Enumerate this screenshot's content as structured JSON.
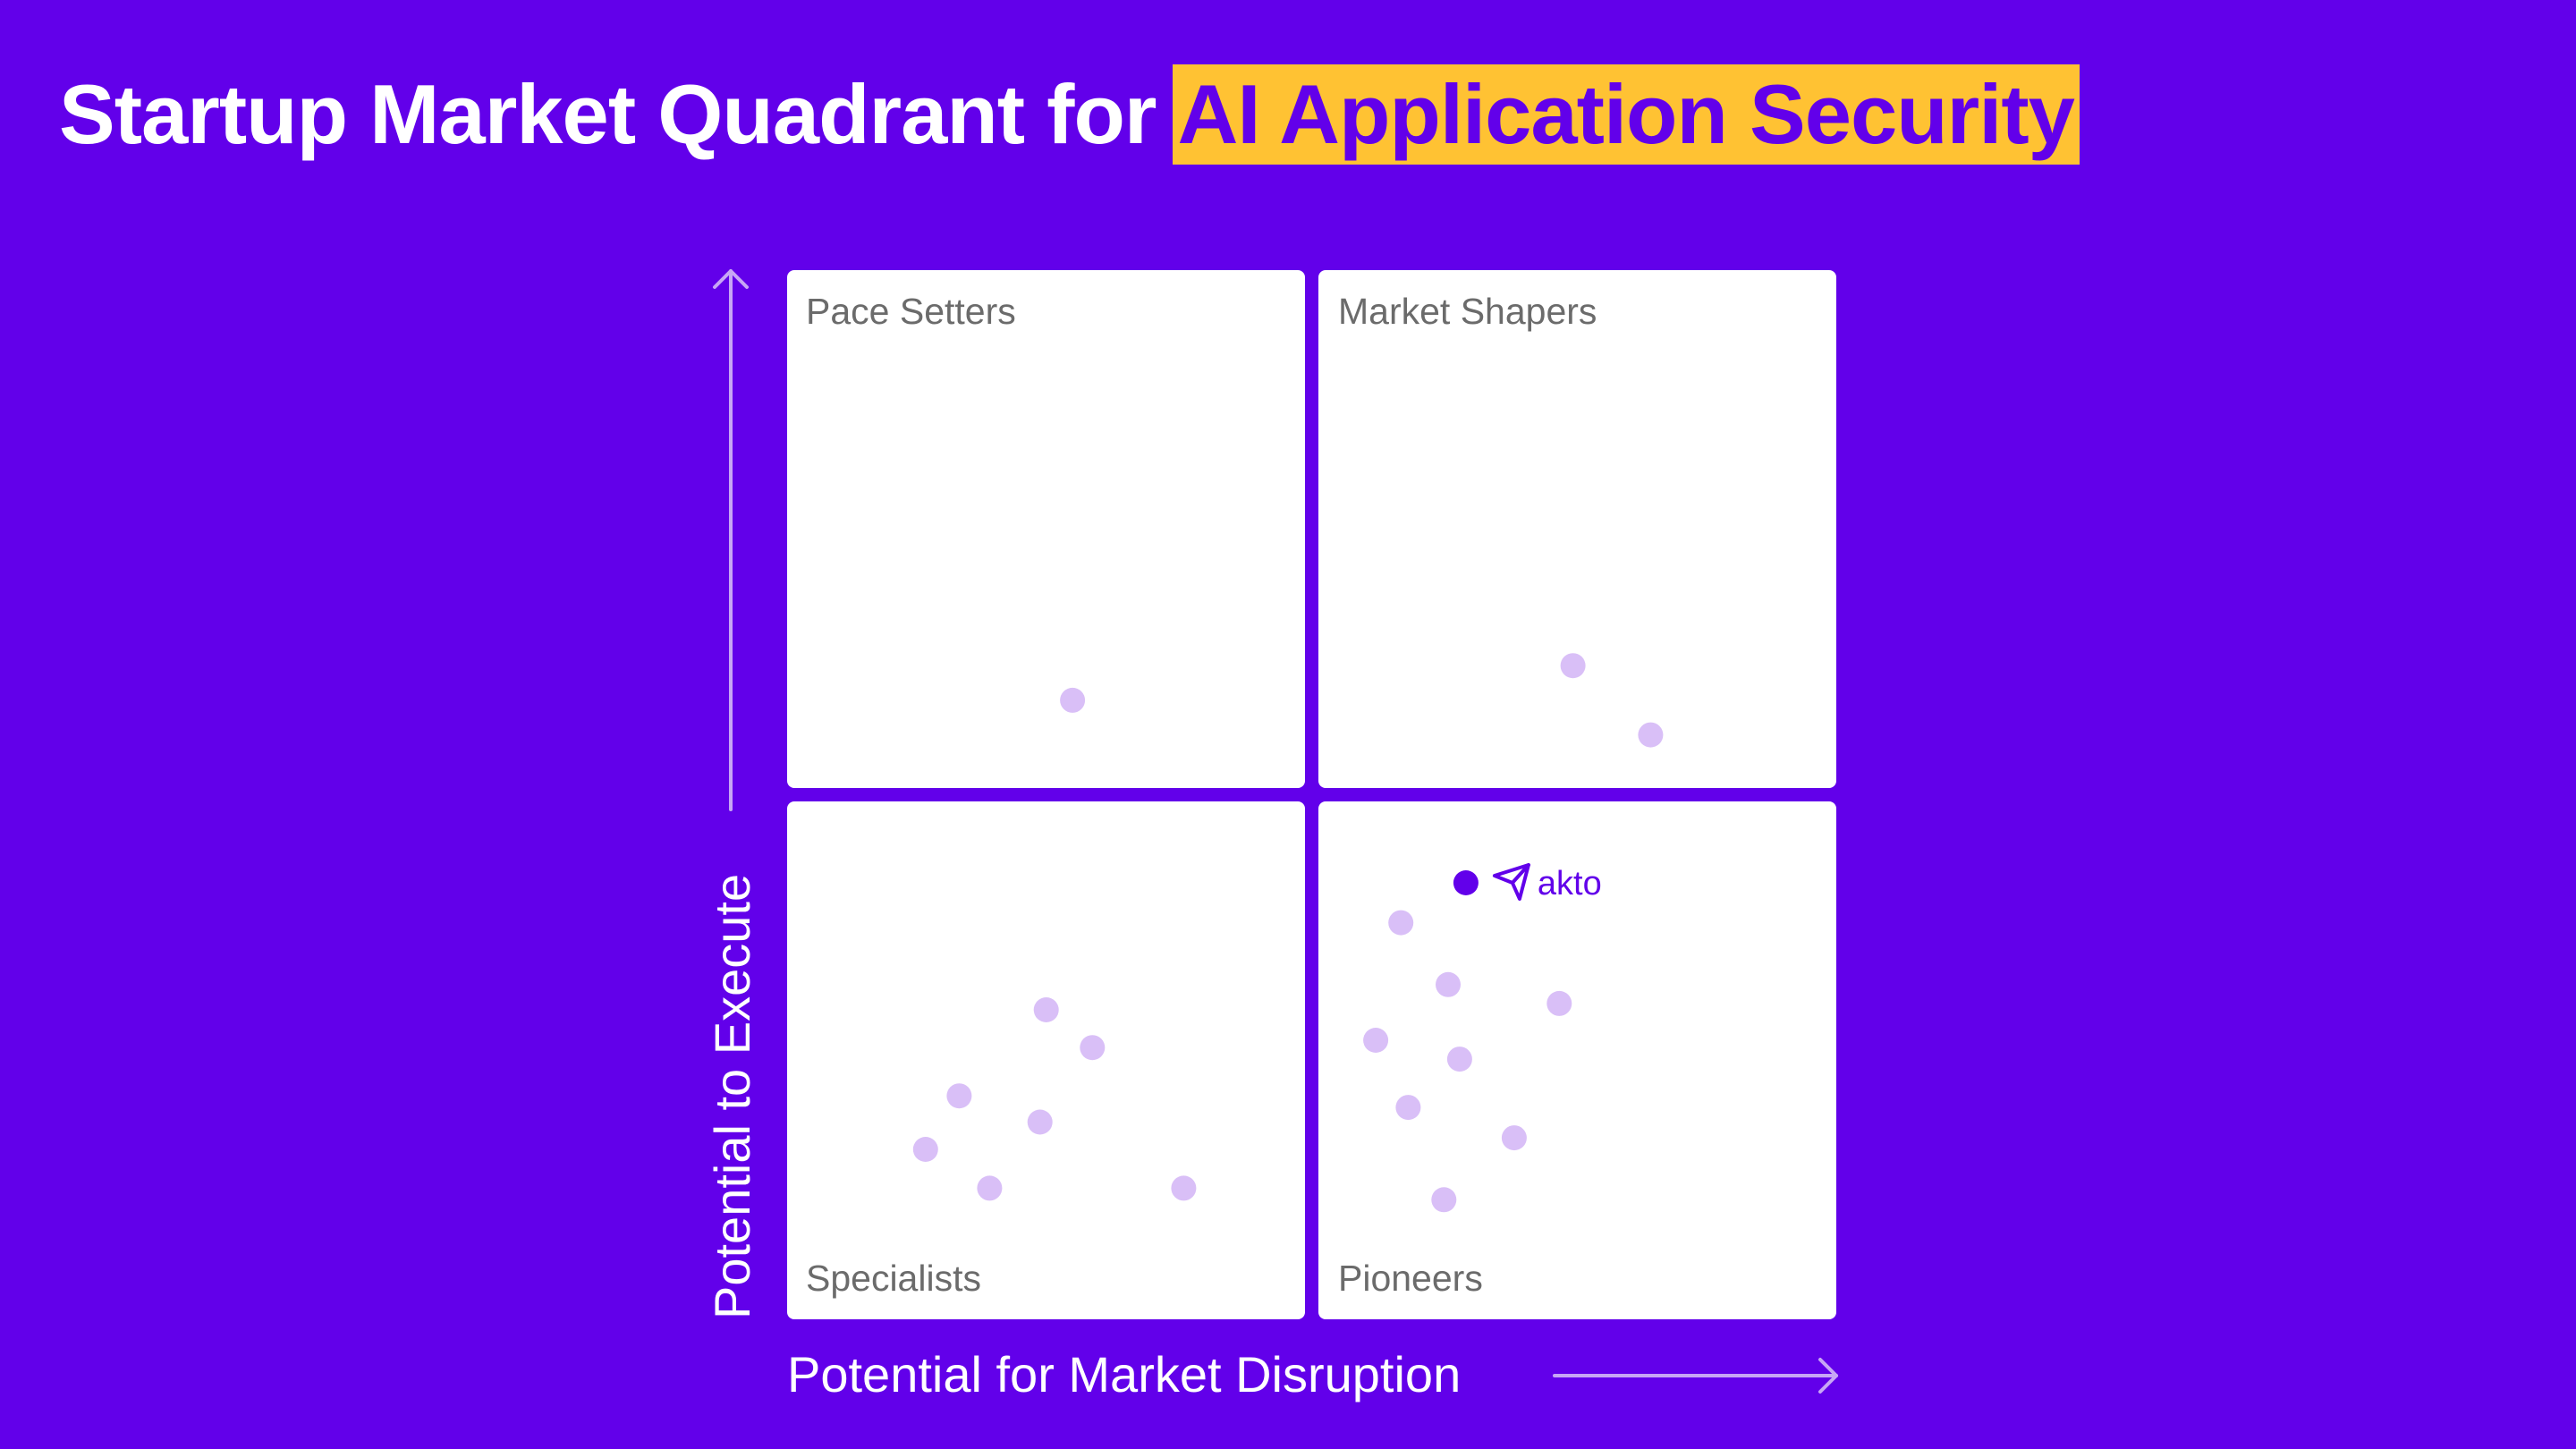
{
  "title": {
    "prefix": "Startup Market Quadrant for",
    "highlight": "AI Application Security"
  },
  "colors": {
    "background": "#6200ea",
    "highlight_bg": "#ffc233",
    "quadrant_bg": "#ffffff",
    "point": "#d9bff7",
    "highlight_point": "#6200ea",
    "axis": "#c7a6f5"
  },
  "chart_data": {
    "type": "scatter",
    "title": "Startup Market Quadrant for AI Application Security",
    "xlabel": "Potential for Market Disruption",
    "ylabel": "Potential to Execute",
    "xlim": [
      0,
      1
    ],
    "ylim": [
      0,
      1
    ],
    "grid": false,
    "quadrants": [
      {
        "id": "top-left",
        "label": "Pace Setters",
        "label_position": "top"
      },
      {
        "id": "top-right",
        "label": "Market Shapers",
        "label_position": "top"
      },
      {
        "id": "bottom-left",
        "label": "Specialists",
        "label_position": "bottom"
      },
      {
        "id": "bottom-right",
        "label": "Pioneers",
        "label_position": "bottom"
      }
    ],
    "points": [
      {
        "x": 0.272,
        "y": 0.59
      },
      {
        "x": 0.749,
        "y": 0.623
      },
      {
        "x": 0.823,
        "y": 0.557
      },
      {
        "x": 0.247,
        "y": 0.295
      },
      {
        "x": 0.291,
        "y": 0.259
      },
      {
        "x": 0.164,
        "y": 0.213
      },
      {
        "x": 0.241,
        "y": 0.188
      },
      {
        "x": 0.132,
        "y": 0.162
      },
      {
        "x": 0.193,
        "y": 0.125
      },
      {
        "x": 0.378,
        "y": 0.125
      },
      {
        "x": 0.585,
        "y": 0.378
      },
      {
        "x": 0.63,
        "y": 0.319
      },
      {
        "x": 0.736,
        "y": 0.301
      },
      {
        "x": 0.561,
        "y": 0.266
      },
      {
        "x": 0.641,
        "y": 0.248
      },
      {
        "x": 0.592,
        "y": 0.202
      },
      {
        "x": 0.693,
        "y": 0.173
      },
      {
        "x": 0.626,
        "y": 0.114
      }
    ],
    "highlight": {
      "x": 0.647,
      "y": 0.416,
      "label": "akto"
    }
  }
}
